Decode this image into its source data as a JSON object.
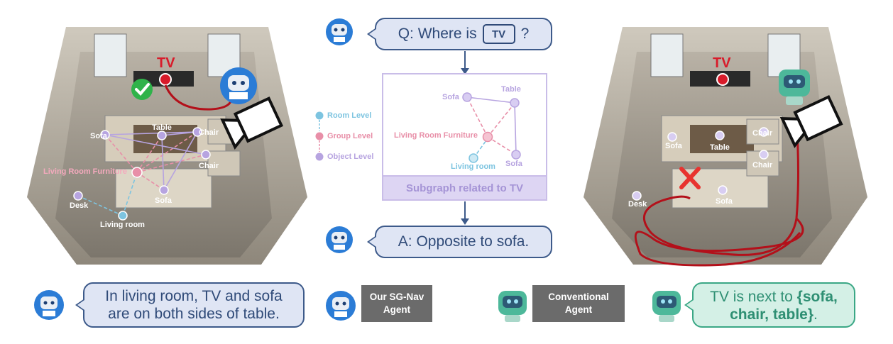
{
  "question": {
    "prefix": "Q: Where is",
    "icon_text": "TV",
    "suffix": "?"
  },
  "answer": "A: Opposite to sofa.",
  "subgraph": {
    "caption": "Subgraph related to TV",
    "nodes": {
      "sofa": "Sofa",
      "table": "Table",
      "furniture": "Living Room Furniture",
      "living_room": "Living room",
      "sofa2": "Sofa"
    }
  },
  "legend": [
    "Room Level",
    "Group Level",
    "Object Level"
  ],
  "left_scene": {
    "tv_label": "TV",
    "labels": {
      "sofa": "Sofa",
      "table": "Table",
      "chair1": "Chair",
      "chair2": "Chair",
      "furniture": "Living Room Furniture",
      "desk": "Desk",
      "sofa2": "Sofa",
      "living_room": "Living room"
    }
  },
  "right_scene": {
    "tv_label": "TV",
    "labels": {
      "sofa": "Sofa",
      "table": "Table",
      "chair1": "Chair",
      "chair2": "Chair",
      "desk": "Desk",
      "sofa2": "Sofa"
    }
  },
  "bottom": {
    "left_bubble_line1": "In living room, TV and sofa",
    "left_bubble_line2": "are on both sides of table.",
    "our_agent": "Our SG-Nav Agent",
    "conventional_agent": "Conventional Agent",
    "right_bubble_prefix": "TV is next to ",
    "right_bubble_bold": "{sofa, chair, table}",
    "right_bubble_suffix": "."
  },
  "colors": {
    "room": "#7dc4e0",
    "group": "#e88fa8",
    "object": "#b7a4e0",
    "tv_red": "#d81b2a",
    "path_red": "#b3101a"
  }
}
